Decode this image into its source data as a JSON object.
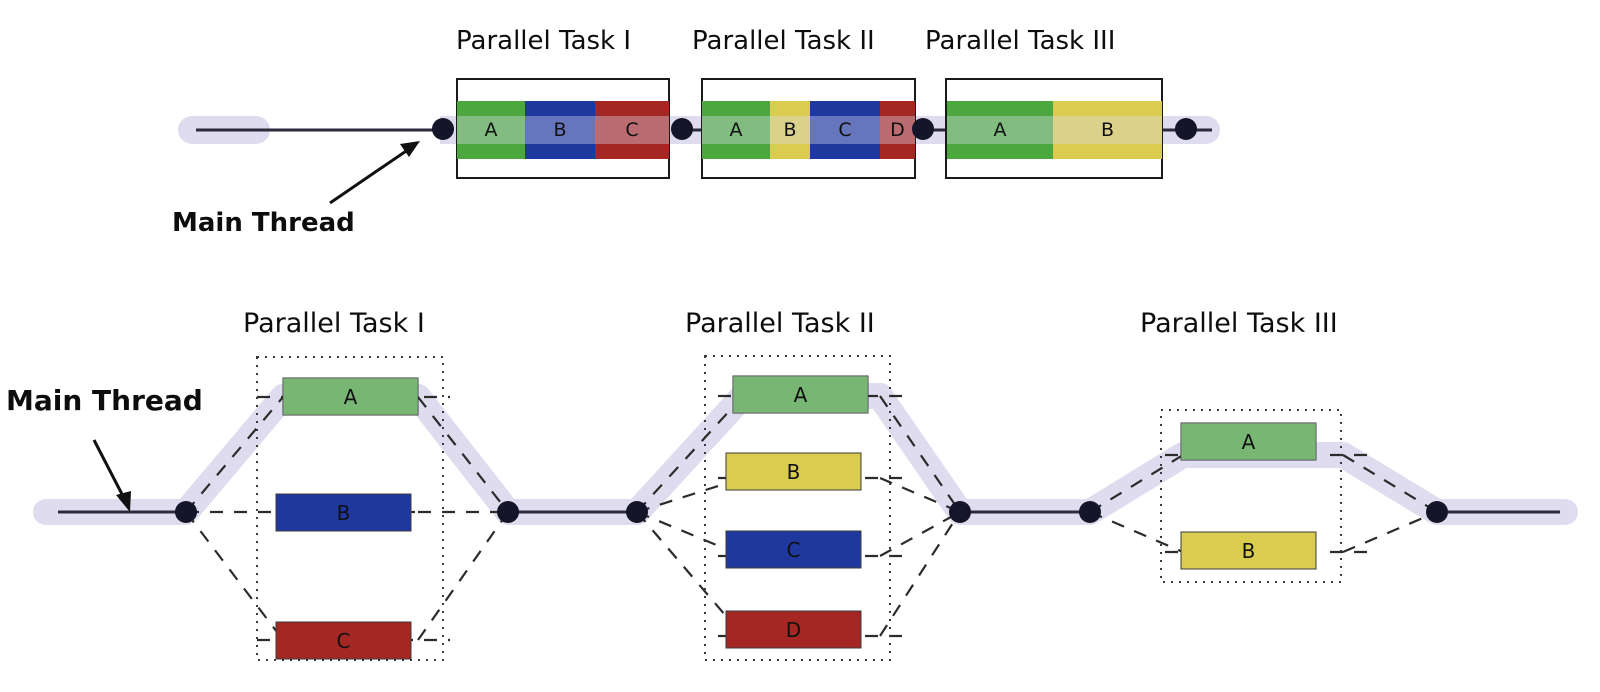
{
  "diagram": {
    "title_not_shown": "",
    "colors": {
      "green": "#4CA83E",
      "blue": "#1E389E",
      "red": "#A52723",
      "yellow": "#D9CC4E",
      "thread_halo": "#DEDCEE",
      "thread_line": "#2B2B3C",
      "node": "#15152A",
      "box_outline": "#1a1a1a",
      "dotted_outline": "#3a3a3a",
      "dashed_edge": "#2b2b2b",
      "text": "#0d0d0d",
      "background": "#ffffff"
    },
    "top_view": {
      "main_thread_label": "Main Thread",
      "tasks": [
        {
          "title": "Parallel Task I",
          "segments": [
            {
              "label": "A",
              "color_key": "green"
            },
            {
              "label": "B",
              "color_key": "blue"
            },
            {
              "label": "C",
              "color_key": "red"
            }
          ]
        },
        {
          "title": "Parallel Task II",
          "segments": [
            {
              "label": "A",
              "color_key": "green"
            },
            {
              "label": "B",
              "color_key": "yellow"
            },
            {
              "label": "C",
              "color_key": "blue"
            },
            {
              "label": "D",
              "color_key": "red"
            }
          ]
        },
        {
          "title": "Parallel Task III",
          "segments": [
            {
              "label": "A",
              "color_key": "green"
            },
            {
              "label": "B",
              "color_key": "yellow"
            }
          ]
        }
      ]
    },
    "bottom_view": {
      "main_thread_label": "Main Thread",
      "tasks": [
        {
          "title": "Parallel Task I",
          "bars": [
            {
              "label": "A",
              "color_key": "green",
              "on_main_thread": true
            },
            {
              "label": "B",
              "color_key": "blue",
              "on_main_thread": false
            },
            {
              "label": "C",
              "color_key": "red",
              "on_main_thread": false
            }
          ]
        },
        {
          "title": "Parallel Task II",
          "bars": [
            {
              "label": "A",
              "color_key": "green",
              "on_main_thread": true
            },
            {
              "label": "B",
              "color_key": "yellow",
              "on_main_thread": false
            },
            {
              "label": "C",
              "color_key": "blue",
              "on_main_thread": false
            },
            {
              "label": "D",
              "color_key": "red",
              "on_main_thread": false
            }
          ]
        },
        {
          "title": "Parallel Task III",
          "bars": [
            {
              "label": "A",
              "color_key": "green",
              "on_main_thread": true
            },
            {
              "label": "B",
              "color_key": "yellow",
              "on_main_thread": false
            }
          ]
        }
      ]
    }
  }
}
